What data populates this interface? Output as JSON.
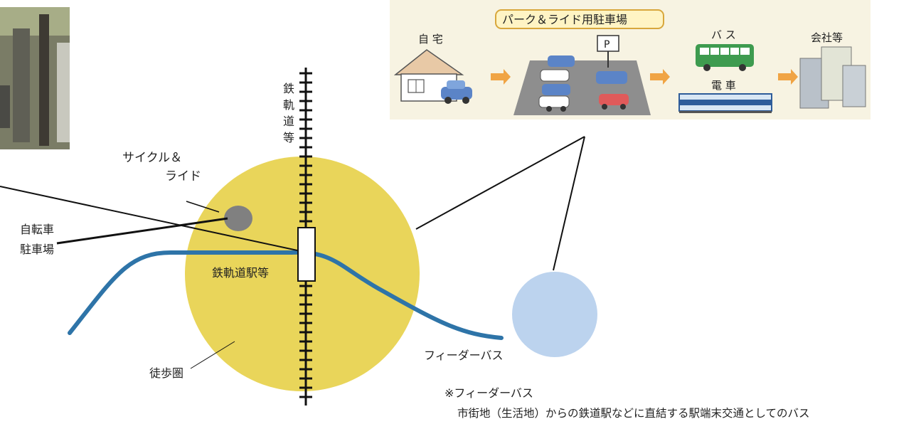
{
  "colors": {
    "walking_area": "#E9D55A",
    "feeder_circle": "#BCD3EE",
    "bus_route": "#2E74A8",
    "bicycle_parking": "#808080",
    "rail": "#111111",
    "pr_box_bg": "#F7F3E2",
    "pr_tag_bg": "#FFF4C4",
    "pr_tag_border": "#D8A73C",
    "arrow": "#F0A444"
  },
  "labels": {
    "railway_vertical": [
      "鉄",
      "軌",
      "道",
      "等"
    ],
    "cycle_and_ride_line1": "サイクル＆",
    "cycle_and_ride_line2": "ライド",
    "bicycle_parking_line1": "自転車",
    "bicycle_parking_line2": "駐車場",
    "station": "鉄軌道駅等",
    "walking_area": "徒歩圏",
    "feeder_bus": "フィーダーバス",
    "note_title": "※フィーダーバス",
    "note_body": "市街地（生活地）からの鉄道駅などに直結する駅端末交通としてのバス"
  },
  "park_and_ride": {
    "title": "パーク＆ライド用駐車場",
    "home": "自 宅",
    "bus": "バ ス",
    "train": "電 車",
    "office": "会社等",
    "parking_sign": "P"
  },
  "icons": {
    "photo": "station-photo",
    "house": "house-icon",
    "parking_lot": "parking-lot-icon",
    "bus": "bus-icon",
    "train": "train-icon",
    "office": "office-building-icon",
    "arrow": "arrow-right-icon"
  }
}
